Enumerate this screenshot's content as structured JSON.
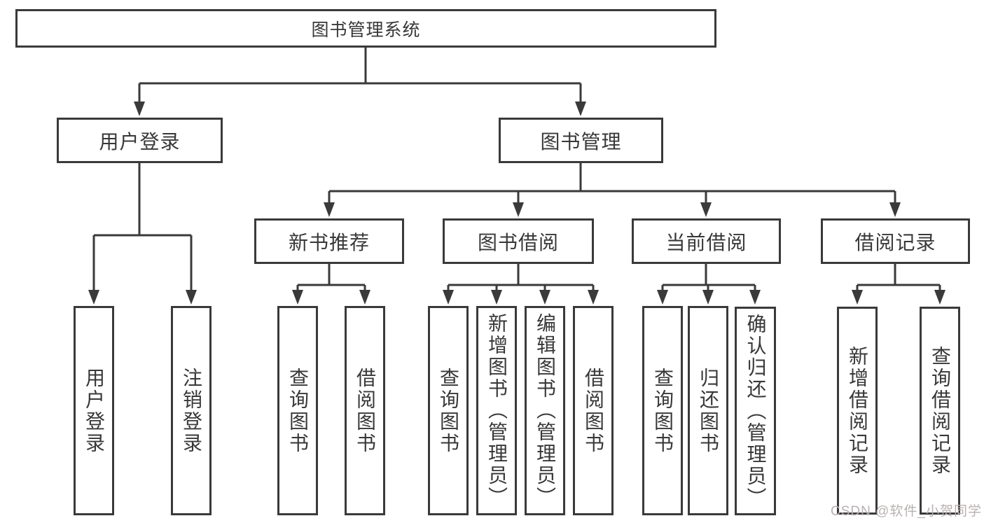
{
  "diagram": {
    "root": {
      "label": "图书管理系统"
    },
    "level2": {
      "user_login": {
        "label": "用户登录"
      },
      "book_mgmt": {
        "label": "图书管理"
      }
    },
    "user_login_children": [
      "用户登录",
      "注销登录"
    ],
    "modules": [
      {
        "label": "新书推荐",
        "children": [
          "查询图书",
          "借阅图书"
        ]
      },
      {
        "label": "图书借阅",
        "children": [
          "查询图书",
          "新增图书（管理员）",
          "编辑图书（管理员）",
          "借阅图书"
        ]
      },
      {
        "label": "当前借阅",
        "children": [
          "查询图书",
          "归还图书",
          "确认归还（管理员）"
        ]
      },
      {
        "label": "借阅记录",
        "children": [
          "新增借阅记录",
          "查询借阅记录"
        ]
      }
    ],
    "watermark": {
      "text": "CSDN @软件_小贺同学"
    },
    "colors": {
      "line": "#3a3a3a",
      "text": "#383838",
      "box_background": "#ffffff",
      "watermark": "#b9b1b1",
      "background": "#ffffff"
    }
  }
}
